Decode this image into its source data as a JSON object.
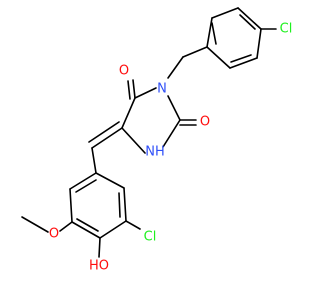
{
  "molecule": {
    "atoms": {
      "O_top": "O",
      "O_right": "O",
      "N3": "N",
      "N1": "NH",
      "Cl_para": "Cl",
      "Cl_ortho": "Cl",
      "O_methoxy": "O",
      "OH": "HO"
    }
  },
  "colors": {
    "bond": "#000000",
    "oxygen": "#ff0d0d",
    "nitrogen": "#3050f8",
    "chlorine": "#1ff01f",
    "background": "#ffffff"
  }
}
